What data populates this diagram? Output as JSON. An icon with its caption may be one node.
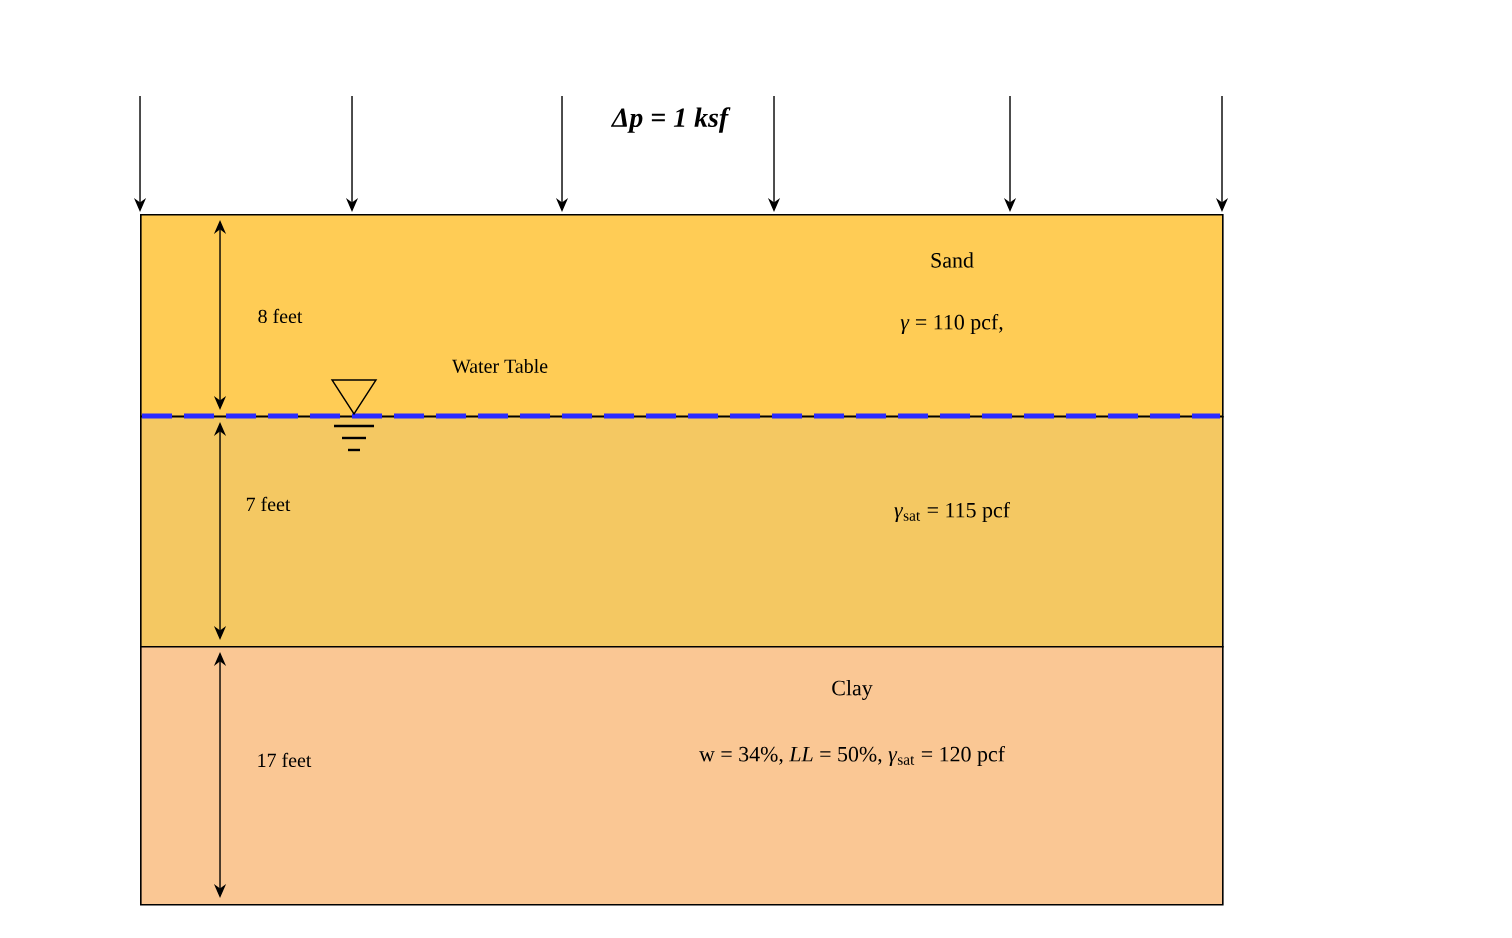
{
  "diagram": {
    "nodes": [
      {
        "text": [
          "Sand",
          "*γ* = 110 pcf,"
        ]
      },
      {
        "text": [
          "*γ*$_{sat}$ = 115 pcf"
        ]
      },
      {
        "text": [
          "Clay",
          "w = 34%, *LL* = 50%, *γ*$_{sat}$ = 120 pcf"
        ]
      }
    ],
    "labels": [
      "Δp = 1 ksf",
      "8 feet",
      "Water Table",
      "7 feet",
      "17 feet"
    ]
  }
}
